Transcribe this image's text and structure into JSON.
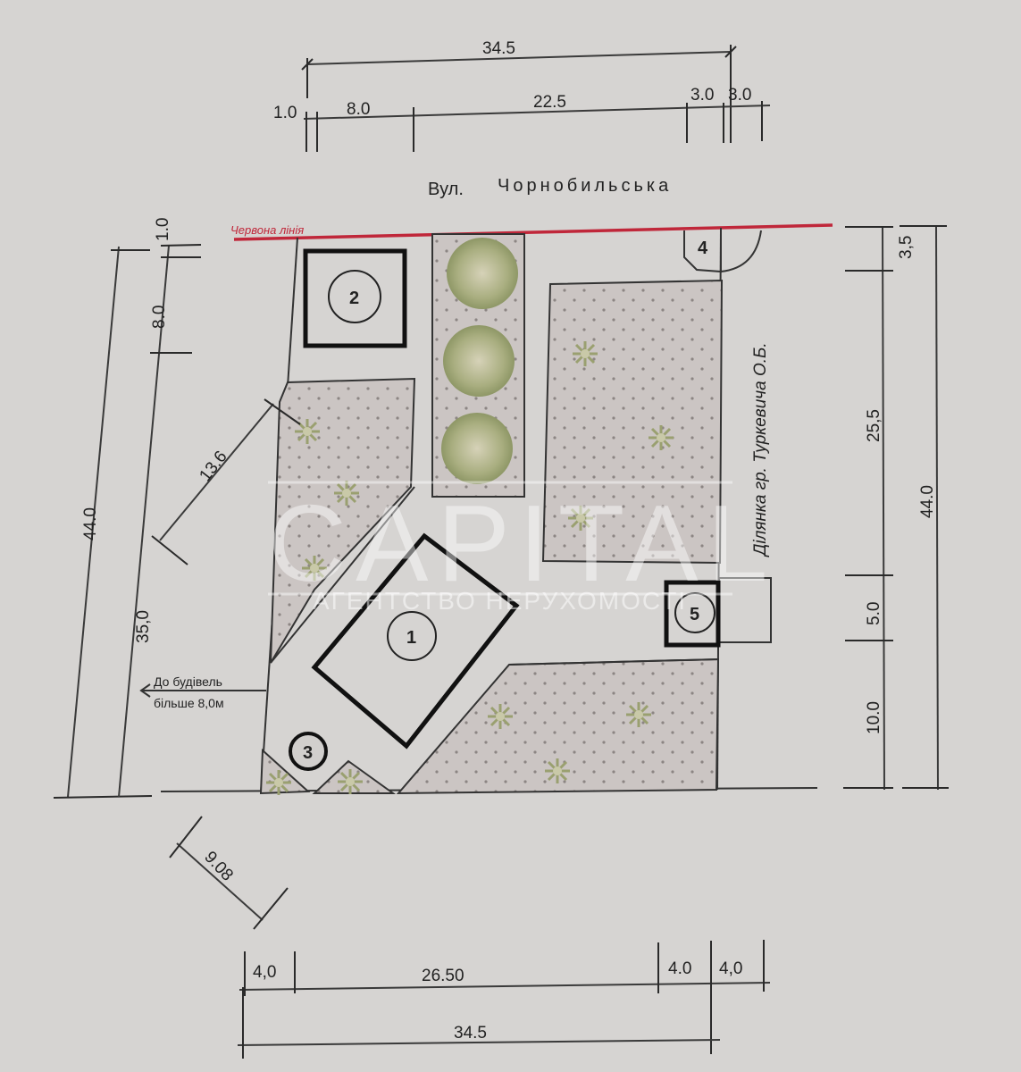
{
  "street": {
    "prefix": "Вул.",
    "name": "Чорнобильська"
  },
  "red_line": {
    "label": "Червона лінія",
    "color": "#c0273a"
  },
  "neighbor_plot_label": "Ділянка гр. Туркевича О.Б.",
  "setback_note": {
    "line1": "До будівель",
    "line2": "більше 8,0м"
  },
  "watermark": {
    "brand": "CAPITAL",
    "tagline": "АГЕНТСТВО НЕРУХОМОСТІ"
  },
  "buildings": [
    {
      "id": "1",
      "label": "1"
    },
    {
      "id": "2",
      "label": "2"
    },
    {
      "id": "3",
      "label": "3"
    },
    {
      "id": "4",
      "label": "4"
    },
    {
      "id": "5",
      "label": "5"
    }
  ],
  "dimensions": {
    "top": {
      "overall": "34.5",
      "segments": [
        "1.0",
        "8.0",
        "22.5",
        "3.0",
        "3.0"
      ]
    },
    "left": {
      "overall": "44.0",
      "segments": [
        "1.0",
        "8.0",
        "35,0"
      ],
      "diagonal": "13.6"
    },
    "right": {
      "overall": "44.0",
      "segments": [
        "3,5",
        "25,5",
        "5.0",
        "10.0"
      ]
    },
    "bottom": {
      "overall": "34.5",
      "segments": [
        "4,0",
        "26.50",
        "4.0",
        "4,0"
      ],
      "diagonal": "9.08"
    }
  },
  "colors": {
    "paper": "#d6d4d2",
    "lawn": "#ccc6c3",
    "tree": "#9fa877",
    "line": "#222222"
  }
}
